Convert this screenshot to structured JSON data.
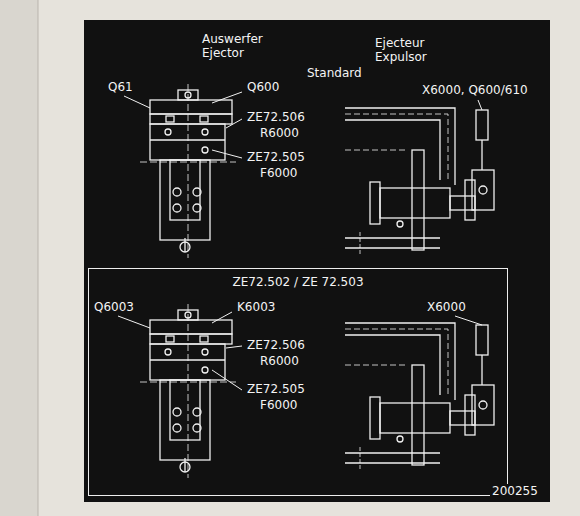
{
  "diagram": {
    "nodes": [
      {
        "text": [
          "ZE72.502 / ZE 72.503"
        ]
      }
    ],
    "labels": [
      "Auswerfer",
      "Ejector",
      "Ejecteur",
      "Expulsor",
      "Standard",
      "Q61",
      "Q600",
      "ZE72.506",
      "R6000",
      "ZE72.505",
      "F6000",
      "X6000, Q600/610",
      "Q6003",
      "K6003",
      "ZE72.506",
      "R6000",
      "ZE72.505",
      "F6000",
      "X6000",
      "200255"
    ]
  }
}
